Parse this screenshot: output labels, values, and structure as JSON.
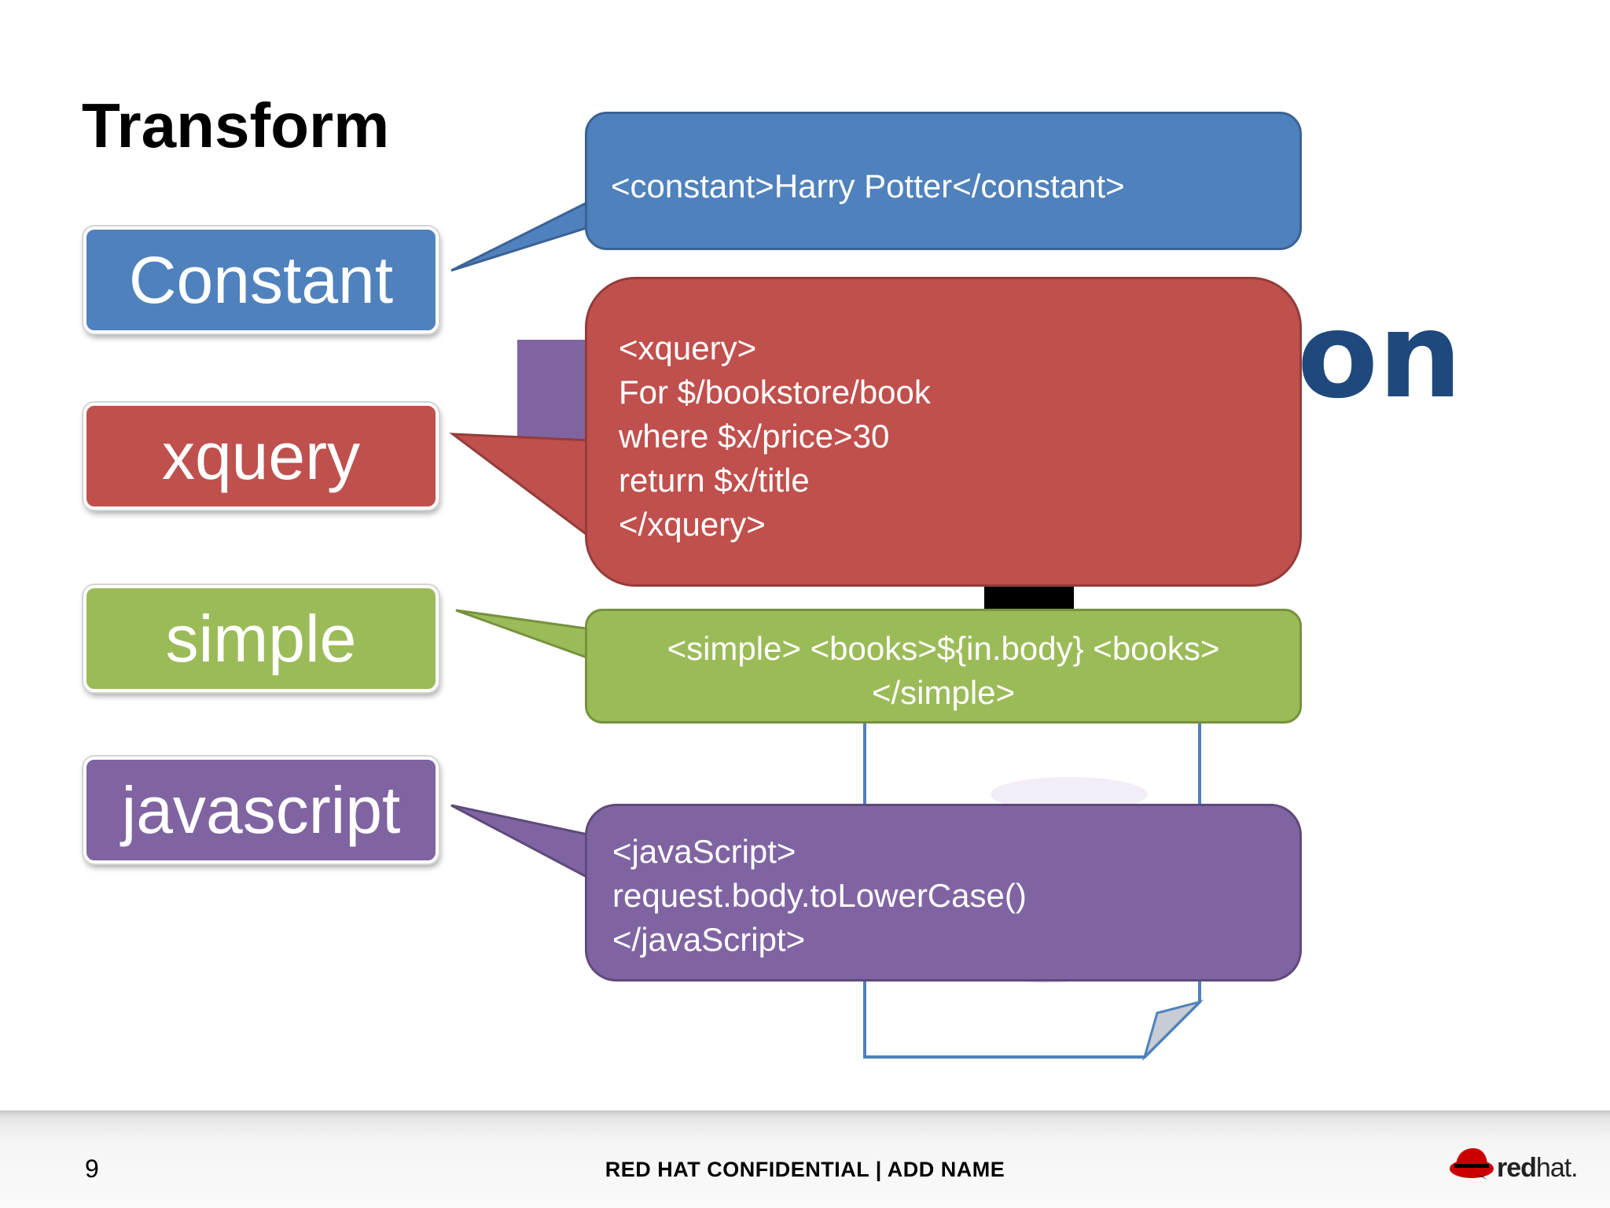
{
  "title": "Transform",
  "background_word_fragment": "on",
  "buttons": [
    {
      "label": "Constant",
      "color": "#4f81bd"
    },
    {
      "label": "xquery",
      "color": "#c0504d"
    },
    {
      "label": "simple",
      "color": "#9bbb59"
    },
    {
      "label": "javascript",
      "color": "#8064a2"
    }
  ],
  "callouts": {
    "constant": {
      "lines": [
        "<constant>Harry Potter</constant>"
      ]
    },
    "xquery": {
      "lines": [
        "<xquery>",
        "For $/bookstore/book",
        "where $x/price>30",
        "return $x/title",
        "</xquery>"
      ]
    },
    "simple": {
      "lines": [
        "<simple> <books>${in.body} <books>",
        "</simple>"
      ]
    },
    "javascript": {
      "lines": [
        "<javaScript>",
        "request.body.toLowerCase()",
        "</javaScript>"
      ]
    }
  },
  "footer": {
    "page_number": "9",
    "confidential_text": "RED HAT CONFIDENTIAL | ADD NAME",
    "logo_text_bold": "red",
    "logo_text_light": "hat."
  },
  "colors": {
    "blue": "#4f81bd",
    "red": "#c0504d",
    "green": "#9bbb59",
    "purple": "#8064a2",
    "navy_text": "#1f497d"
  }
}
